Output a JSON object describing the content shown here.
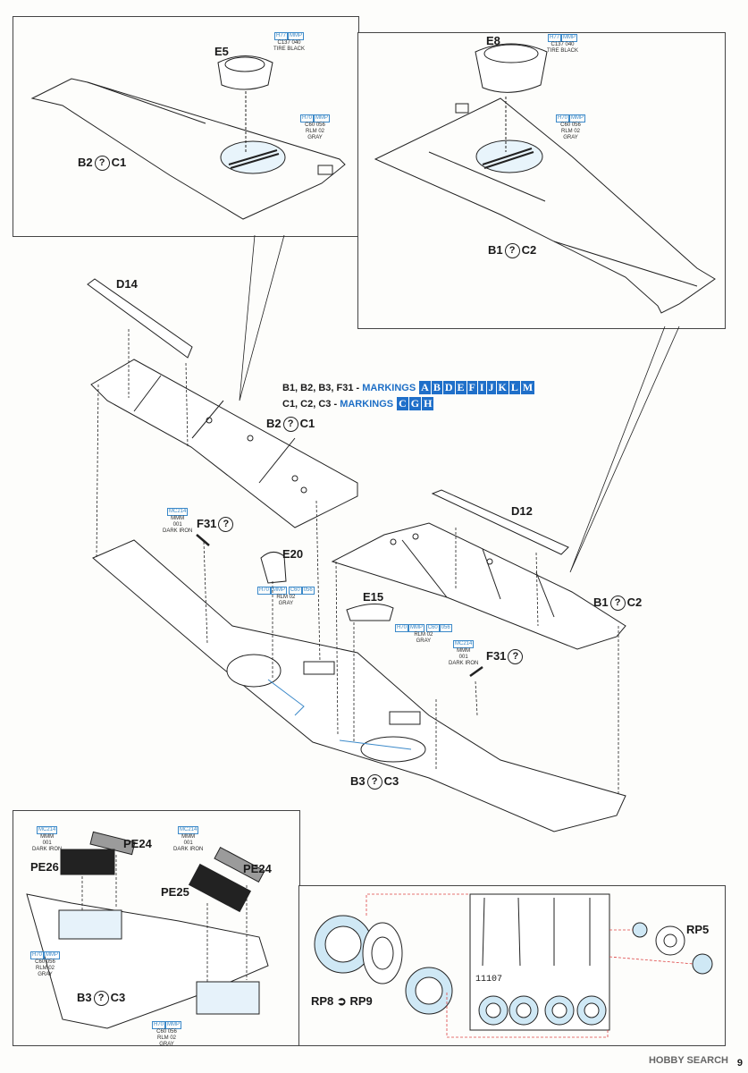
{
  "panels": {
    "top_left": {
      "part": "E5",
      "attach": [
        "B2",
        "C1"
      ],
      "paint_1": {
        "codes": [
          "H77",
          "MMP"
        ],
        "codes2": [
          "C137",
          "040"
        ],
        "name": "TIRE BLACK"
      },
      "paint_2": {
        "codes": [
          "H70",
          "MMP"
        ],
        "codes2": [
          "C60",
          "056"
        ],
        "name": "RLM 02",
        "name2": "GRAY"
      }
    },
    "top_right": {
      "part": "E8",
      "attach": [
        "B1",
        "C2"
      ],
      "paint_1": {
        "codes": [
          "H77",
          "MMP"
        ],
        "codes2": [
          "C137",
          "040"
        ],
        "name": "TIRE BLACK"
      },
      "paint_2": {
        "codes": [
          "H70",
          "MMP"
        ],
        "codes2": [
          "C60",
          "056"
        ],
        "name": "RLM 02",
        "name2": "GRAY"
      }
    }
  },
  "main": {
    "parts": {
      "d14": "D14",
      "d12": "D12",
      "e20": "E20",
      "e15": "E15",
      "f31_left": "F31",
      "f31_right": "F31",
      "b2c1": [
        "B2",
        "C1"
      ],
      "b1c2": [
        "B1",
        "C2"
      ],
      "b3c3": [
        "B3",
        "C3"
      ]
    },
    "markings": {
      "row1_parts": "B1, B2, B3, F31 -",
      "row2_parts": "C1, C2, C3 -",
      "word": "MARKINGS",
      "row1_letters": [
        "A",
        "B",
        "D",
        "E",
        "F",
        "I",
        "J",
        "K",
        "L",
        "M"
      ],
      "row2_letters": [
        "C",
        "G",
        "H"
      ]
    },
    "paint_mc214_left": {
      "codes": [
        "MC214"
      ],
      "codes2": [
        "MMM",
        "001"
      ],
      "name": "DARK IRON"
    },
    "paint_mc214_right": {
      "codes": [
        "MC214"
      ],
      "codes2": [
        "MMM",
        "001"
      ],
      "name": "DARK IRON"
    },
    "paint_h70_left": {
      "codes": [
        "H70",
        "MMP"
      ],
      "codes2": [
        "C60",
        "056"
      ],
      "name": "RLM 02",
      "name2": "GRAY"
    },
    "paint_h70_right": {
      "codes": [
        "H70",
        "MMP"
      ],
      "codes2": [
        "C60",
        "056"
      ],
      "name": "RLM 02",
      "name2": "GRAY"
    }
  },
  "bottom_left": {
    "parts": {
      "pe24_a": "PE24",
      "pe26": "PE26",
      "pe24_b": "PE24",
      "pe25": "PE25",
      "attach": [
        "B3",
        "C3"
      ]
    },
    "paint_mc214_a": {
      "codes": [
        "MC214"
      ],
      "codes2": [
        "MMM",
        "001"
      ],
      "name": "DARK IRON"
    },
    "paint_mc214_b": {
      "codes": [
        "MC214"
      ],
      "codes2": [
        "MMM",
        "001"
      ],
      "name": "DARK IRON"
    },
    "paint_h70_a": {
      "codes": [
        "H70",
        "MMP"
      ],
      "codes2": [
        "C60",
        "056"
      ],
      "name": "RLM 02",
      "name2": "GRAY"
    },
    "paint_h70_b": {
      "codes": [
        "H70",
        "MMP"
      ],
      "codes2": [
        "C60",
        "056"
      ],
      "name": "RLM 02",
      "name2": "GRAY"
    }
  },
  "bottom_right": {
    "rp5": "RP5",
    "rp8": "RP8",
    "rp9": "RP9",
    "mask_number": "11107"
  },
  "footer": {
    "watermark": "HOBBY SEARCH",
    "page": "9"
  }
}
